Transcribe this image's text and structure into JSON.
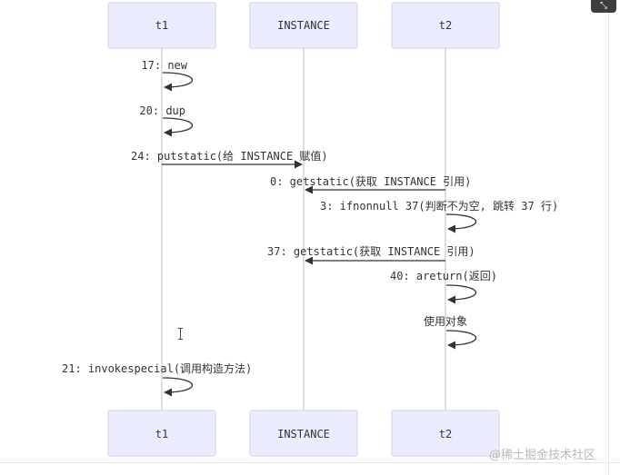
{
  "diagram": {
    "type": "sequence",
    "participants": [
      {
        "id": "t1",
        "label": "t1"
      },
      {
        "id": "instance",
        "label": "INSTANCE"
      },
      {
        "id": "t2",
        "label": "t2"
      }
    ],
    "messages": [
      {
        "id": "m1",
        "kind": "self",
        "on": "t1",
        "label": "17: new"
      },
      {
        "id": "m2",
        "kind": "self",
        "on": "t1",
        "label": "20: dup"
      },
      {
        "id": "m3",
        "kind": "arrow",
        "from": "t1",
        "to": "instance",
        "label": "24: putstatic(给 INSTANCE 赋值)"
      },
      {
        "id": "m4",
        "kind": "arrow",
        "from": "t2",
        "to": "instance",
        "label": "0: getstatic(获取 INSTANCE 引用)"
      },
      {
        "id": "m5",
        "kind": "self",
        "on": "t2",
        "label": "3: ifnonnull 37(判断不为空, 跳转 37 行)"
      },
      {
        "id": "m6",
        "kind": "arrow",
        "from": "t2",
        "to": "instance",
        "label": "37: getstatic(获取 INSTANCE 引用)"
      },
      {
        "id": "m7",
        "kind": "self",
        "on": "t2",
        "label": "40: areturn(返回)"
      },
      {
        "id": "m8",
        "kind": "self",
        "on": "t2",
        "label": "使用对象"
      },
      {
        "id": "m9",
        "kind": "self",
        "on": "t1",
        "label": "21: invokespecial(调用构造方法)"
      }
    ]
  },
  "watermark": "@稀土掘金技术社区",
  "corner_button": {
    "icon": "expand-icon",
    "glyph": "⤡"
  }
}
